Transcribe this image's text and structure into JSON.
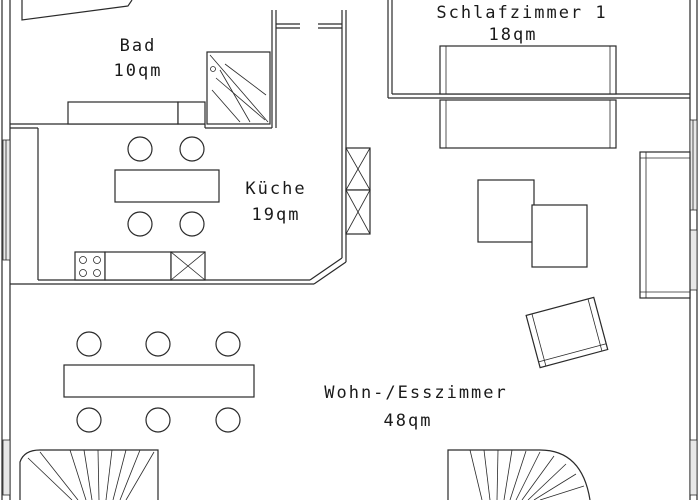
{
  "rooms": {
    "bad": {
      "name": "Bad",
      "area": "10qm"
    },
    "schlafzimmer": {
      "name": "Schlafzimmer 1",
      "area": "18qm"
    },
    "kueche": {
      "name": "Küche",
      "area": "19qm"
    },
    "wohnen": {
      "name": "Wohn-/Esszimmer",
      "area": "48qm"
    }
  },
  "colors": {
    "line": "#2a2a2a",
    "background": "#ffffff",
    "window_fill": "#dddddd"
  }
}
